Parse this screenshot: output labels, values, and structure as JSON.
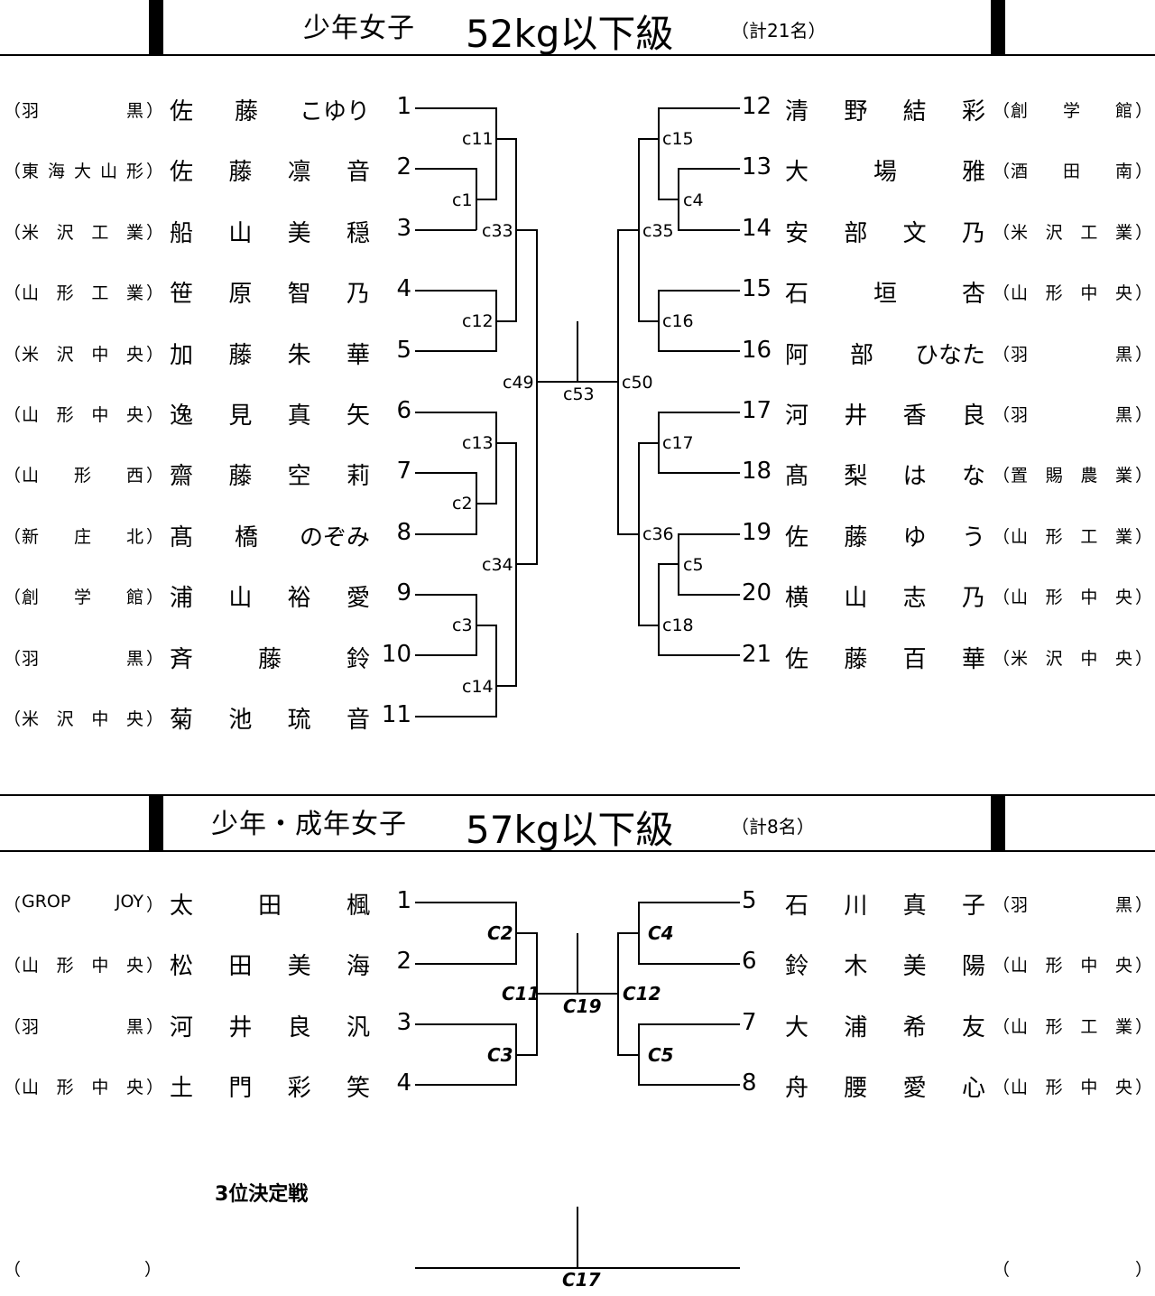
{
  "section1": {
    "title": "少年女子",
    "weight": "52kg以下級",
    "count": "（計21名）",
    "left": [
      {
        "aff": "羽　　　　黒",
        "name": [
          "佐",
          "藤",
          "こゆり"
        ],
        "num": "1"
      },
      {
        "aff": "東海大山形",
        "name": [
          "佐",
          "藤",
          "凛",
          "音"
        ],
        "num": "2"
      },
      {
        "aff": "米沢工業",
        "name": [
          "船",
          "山",
          "美",
          "穏"
        ],
        "num": "3"
      },
      {
        "aff": "山形工業",
        "name": [
          "笹",
          "原",
          "智",
          "乃"
        ],
        "num": "4"
      },
      {
        "aff": "米沢中央",
        "name": [
          "加",
          "藤",
          "朱",
          "華"
        ],
        "num": "5"
      },
      {
        "aff": "山形中央",
        "name": [
          "逸",
          "見",
          "真",
          "矢"
        ],
        "num": "6"
      },
      {
        "aff": "山　形　西",
        "name": [
          "齋",
          "藤",
          "空",
          "莉"
        ],
        "num": "7"
      },
      {
        "aff": "新　庄　北",
        "name": [
          "髙",
          "橋",
          "のぞみ"
        ],
        "num": "8"
      },
      {
        "aff": "創　学　館",
        "name": [
          "浦",
          "山",
          "裕",
          "愛"
        ],
        "num": "9"
      },
      {
        "aff": "羽　　　　黒",
        "name": [
          "斉",
          "藤",
          "鈴"
        ],
        "num": "10"
      },
      {
        "aff": "米沢中央",
        "name": [
          "菊",
          "池",
          "琉",
          "音"
        ],
        "num": "11"
      }
    ],
    "right": [
      {
        "aff": "創　学　館",
        "name": [
          "清",
          "野",
          "結",
          "彩"
        ],
        "num": "12"
      },
      {
        "aff": "酒　田　南",
        "name": [
          "大",
          "場",
          "雅"
        ],
        "num": "13"
      },
      {
        "aff": "米沢工業",
        "name": [
          "安",
          "部",
          "文",
          "乃"
        ],
        "num": "14"
      },
      {
        "aff": "山形中央",
        "name": [
          "石",
          "垣",
          "杏"
        ],
        "num": "15"
      },
      {
        "aff": "羽　　　　黒",
        "name": [
          "阿",
          "部",
          "ひなた"
        ],
        "num": "16"
      },
      {
        "aff": "羽　　　　黒",
        "name": [
          "河",
          "井",
          "香",
          "良"
        ],
        "num": "17"
      },
      {
        "aff": "置賜農業",
        "name": [
          "髙",
          "梨",
          "は",
          "な"
        ],
        "num": "18"
      },
      {
        "aff": "山形工業",
        "name": [
          "佐",
          "藤",
          "ゆ",
          "う"
        ],
        "num": "19"
      },
      {
        "aff": "山形中央",
        "name": [
          "横",
          "山",
          "志",
          "乃"
        ],
        "num": "20"
      },
      {
        "aff": "米沢中央",
        "name": [
          "佐",
          "藤",
          "百",
          "華"
        ],
        "num": "21"
      }
    ],
    "labels": {
      "c1": "c1",
      "c2": "c2",
      "c3": "c3",
      "c4": "c4",
      "c5": "c5",
      "c11": "c11",
      "c12": "c12",
      "c13": "c13",
      "c14": "c14",
      "c15": "c15",
      "c16": "c16",
      "c17": "c17",
      "c18": "c18",
      "c33": "c33",
      "c34": "c34",
      "c35": "c35",
      "c36": "c36",
      "c49": "c49",
      "c50": "c50",
      "c53": "c53"
    }
  },
  "section2": {
    "title": "少年・成年女子",
    "weight": "57kg以下級",
    "count": "（計8名）",
    "left": [
      {
        "aff": "GROP　　JOY",
        "name": [
          "太",
          "田",
          "楓"
        ],
        "num": "1"
      },
      {
        "aff": "山形中央",
        "name": [
          "松",
          "田",
          "美",
          "海"
        ],
        "num": "2"
      },
      {
        "aff": "羽　　　　黒",
        "name": [
          "河",
          "井",
          "良",
          "汎"
        ],
        "num": "3"
      },
      {
        "aff": "山形中央",
        "name": [
          "土",
          "門",
          "彩",
          "笑"
        ],
        "num": "4"
      }
    ],
    "right": [
      {
        "aff": "羽　　　　黒",
        "name": [
          "石",
          "川",
          "真",
          "子"
        ],
        "num": "5"
      },
      {
        "aff": "山形中央",
        "name": [
          "鈴",
          "木",
          "美",
          "陽"
        ],
        "num": "6"
      },
      {
        "aff": "山形工業",
        "name": [
          "大",
          "浦",
          "希",
          "友"
        ],
        "num": "7"
      },
      {
        "aff": "山形中央",
        "name": [
          "舟",
          "腰",
          "愛",
          "心"
        ],
        "num": "8"
      }
    ],
    "labels": {
      "C2": "C2",
      "C3": "C3",
      "C4": "C4",
      "C5": "C5",
      "C11": "C11",
      "C12": "C12",
      "C19": "C19"
    }
  },
  "third_place": {
    "title": "3位決定戦",
    "label": "C17",
    "left_paren_open": "（",
    "left_paren_close": "）",
    "right_paren_open": "（",
    "right_paren_close": "）"
  }
}
